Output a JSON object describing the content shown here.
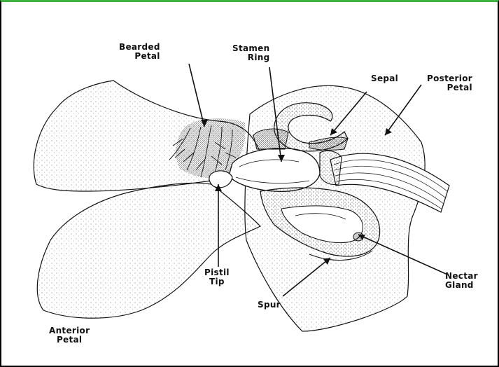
{
  "labels": {
    "bearded_petal": [
      "Bearded",
      "Petal"
    ],
    "stamen_ring": [
      "Stamen",
      "Ring"
    ],
    "sepal": [
      "Sepal"
    ],
    "posterior_petal": [
      "Posterior",
      "Petal"
    ],
    "pistil_tip": [
      "Pistil",
      "Tip"
    ],
    "spur": [
      "Spur"
    ],
    "nectar_gland": [
      "Nectar",
      "Gland"
    ],
    "anterior_petal": [
      "Anterior",
      "Petal"
    ]
  },
  "colors": {
    "ink": "#111111",
    "frame_top": "#3fb23f",
    "paper": "#ffffff"
  }
}
